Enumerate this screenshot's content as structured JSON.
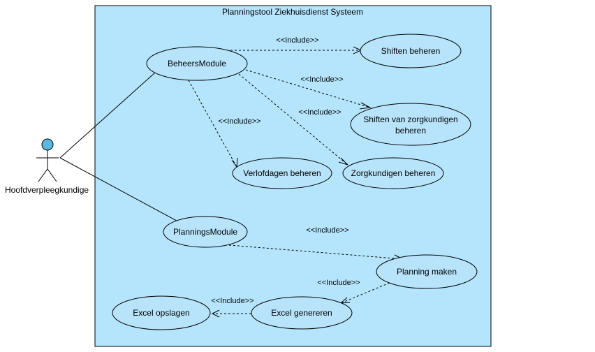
{
  "system": {
    "title": "Planningstool Ziekhuisdienst Systeem"
  },
  "actor": {
    "label": "Hoofdverpleegkundige"
  },
  "use_cases": {
    "beheersmodule": "BeheersModule",
    "shiften_beheren": "Shiften beheren",
    "shiften_zorg_line1": "Shiften van zorgkundigen",
    "shiften_zorg_line2": "beheren",
    "verlofdagen": "Verlofdagen beheren",
    "zorgkundigen": "Zorgkundigen beheren",
    "planningsmodule": "PlanningsModule",
    "planning_maken": "Planning maken",
    "excel_genereren": "Excel genereren",
    "excel_opslagen": "Excel opslagen"
  },
  "stereotype": "<<Include>>",
  "colors": {
    "system_fill": "#b5e5fd",
    "use_case_fill": "#b8e4fb",
    "actor_head": "#5bb8e0"
  }
}
